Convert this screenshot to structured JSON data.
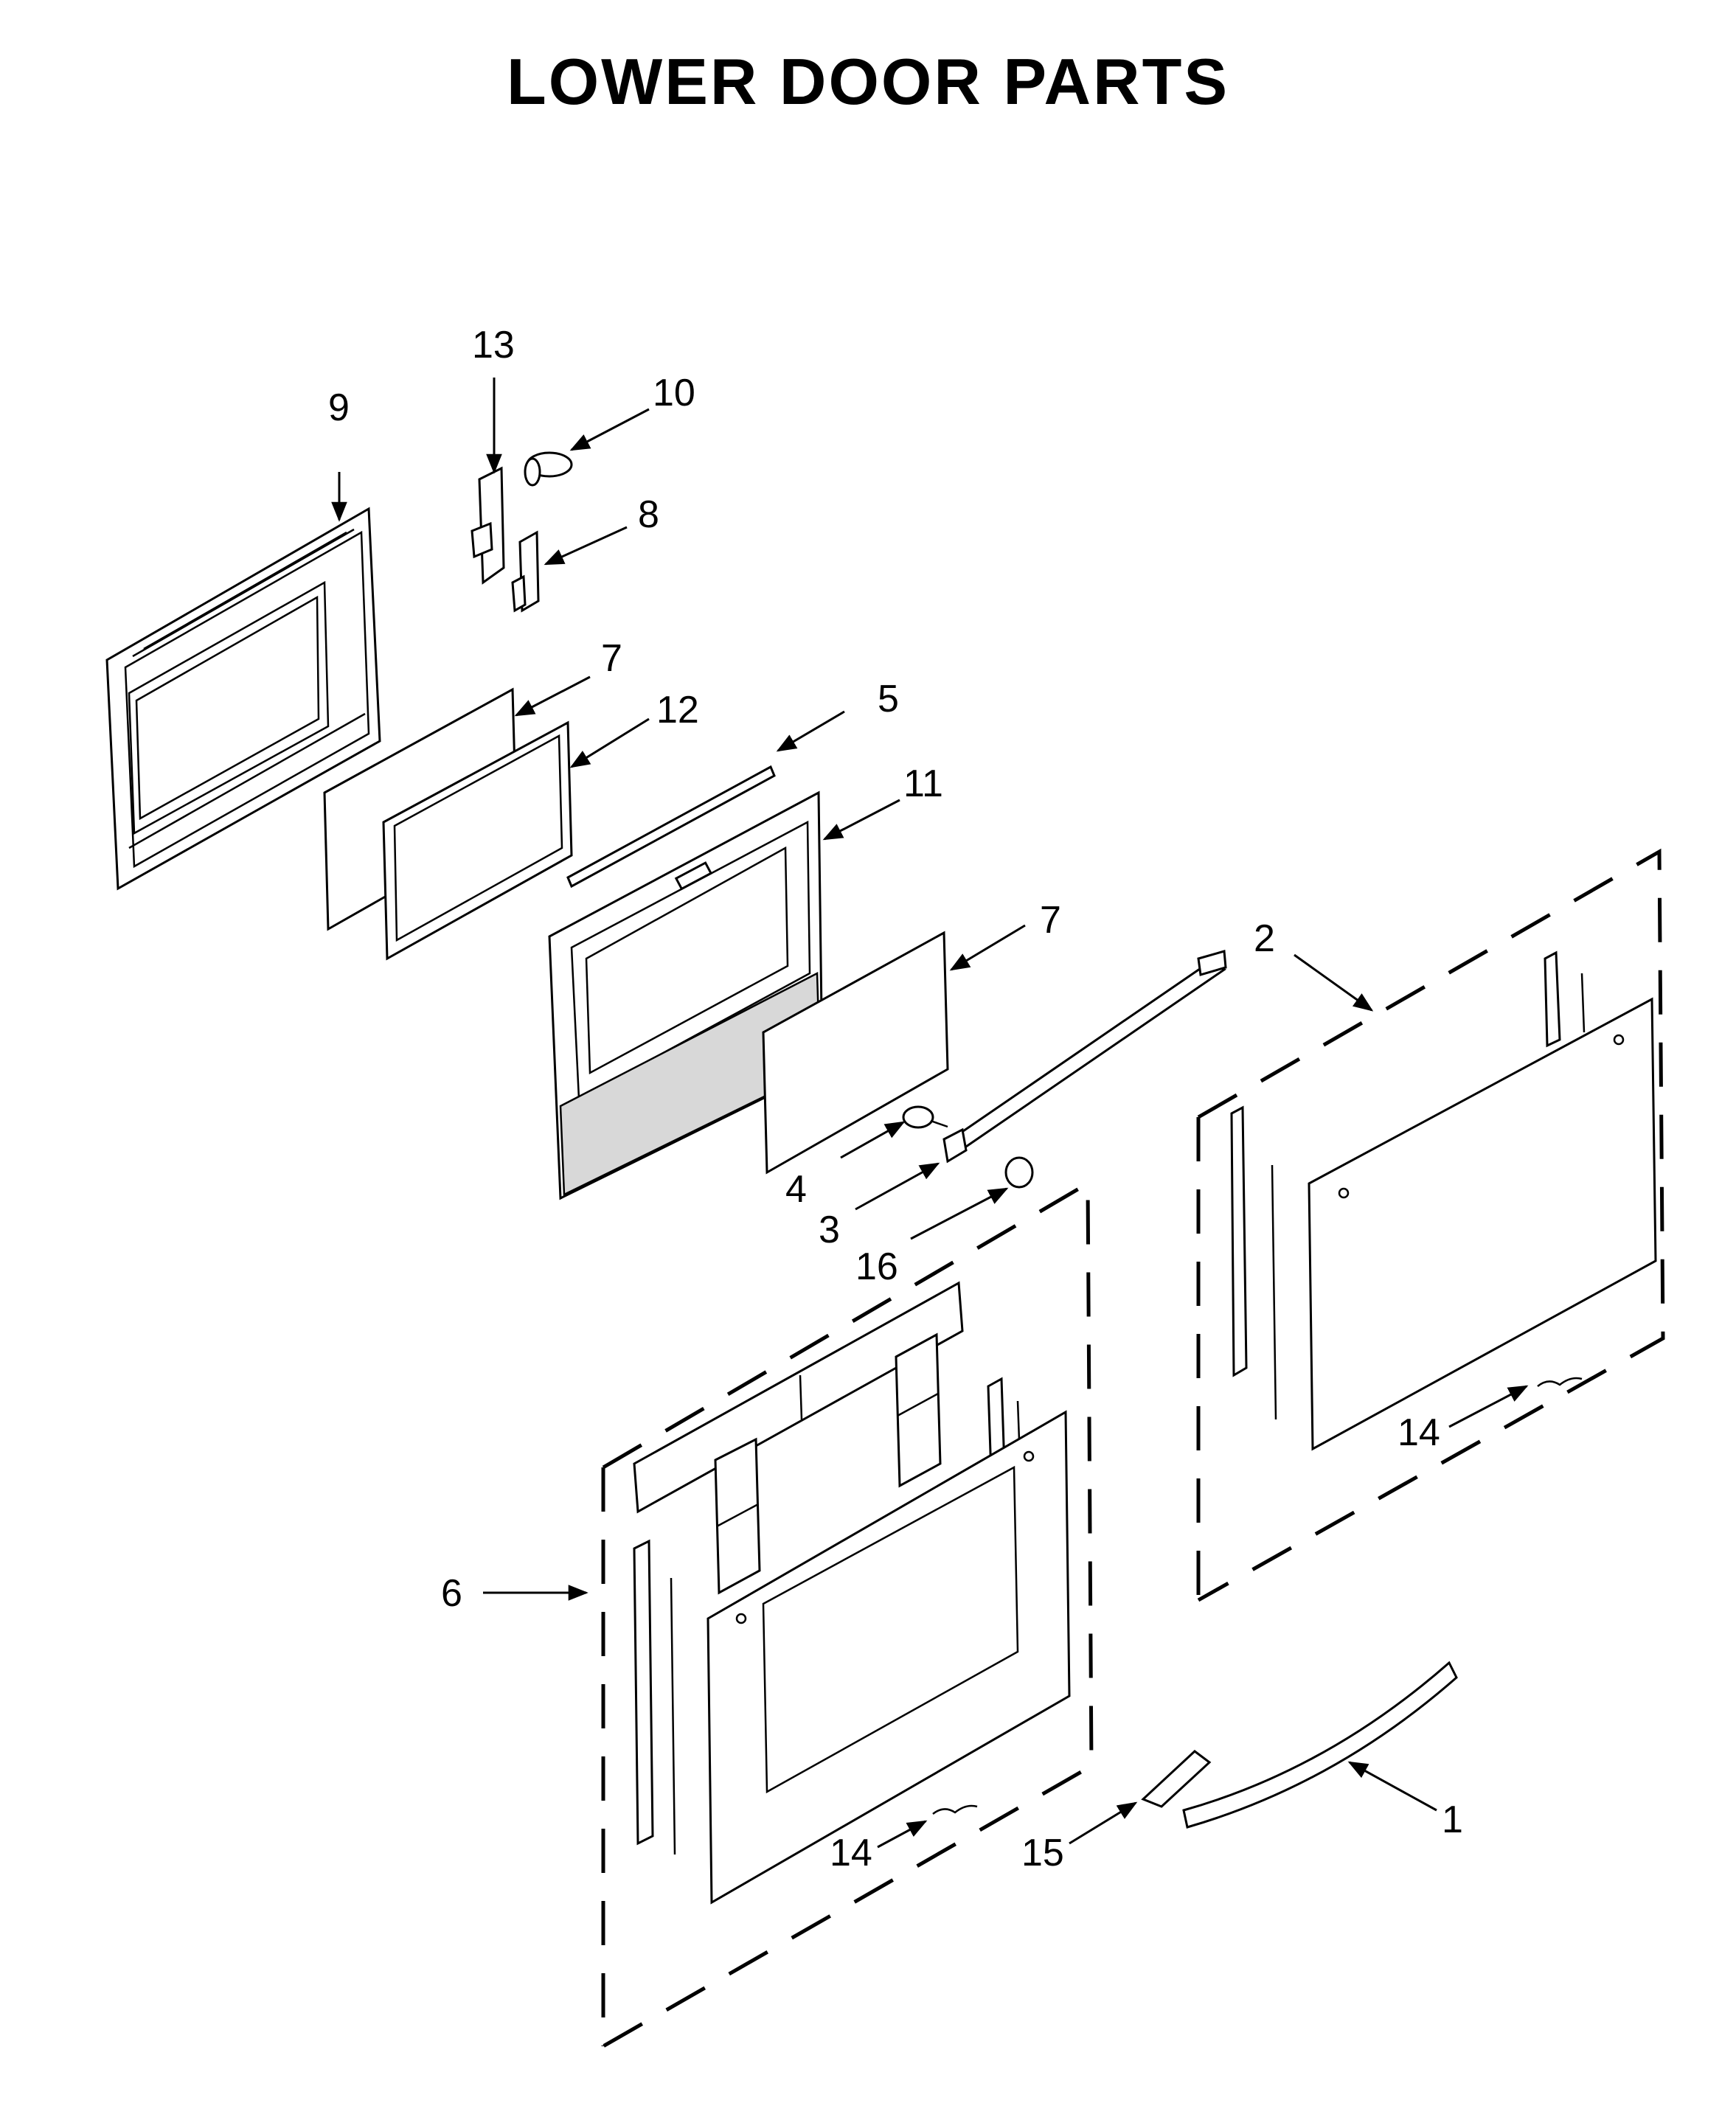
{
  "title": "LOWER DOOR PARTS",
  "callouts": {
    "c1": "1",
    "c2": "2",
    "c3": "3",
    "c4": "4",
    "c5": "5",
    "c6": "6",
    "c7a": "7",
    "c7b": "7",
    "c8": "8",
    "c9": "9",
    "c10": "10",
    "c11": "11",
    "c12": "12",
    "c13": "13",
    "c14a": "14",
    "c14b": "14",
    "c15": "15",
    "c16": "16"
  }
}
